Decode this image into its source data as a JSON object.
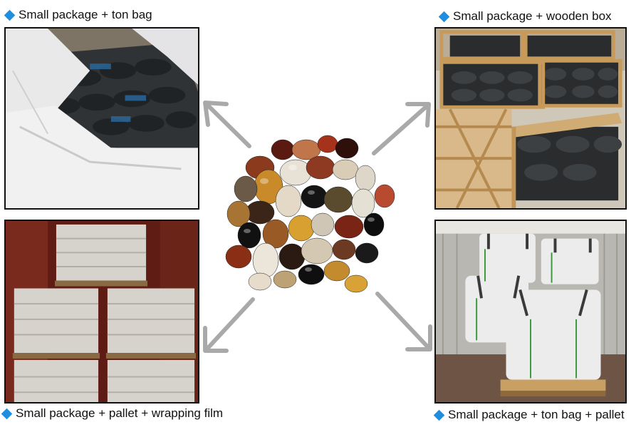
{
  "panels": {
    "top_left": {
      "caption": "Small package + ton bag",
      "image": "ton-bag-photo"
    },
    "top_right": {
      "caption": "Small package + wooden box",
      "image": "wooden-box-photo"
    },
    "bottom_left": {
      "caption": "Small package + pallet + wrapping film",
      "image": "pallet-wrapping-film-photo"
    },
    "bottom_right": {
      "caption": "Small package + ton bag + pallet",
      "image": "ton-bag-pallet-photo"
    }
  },
  "center": {
    "image": "polished-pebbles-photo"
  },
  "colors": {
    "bullet": "#1e8fe0",
    "arrow": "#a9a9a9",
    "frame": "#111111"
  }
}
